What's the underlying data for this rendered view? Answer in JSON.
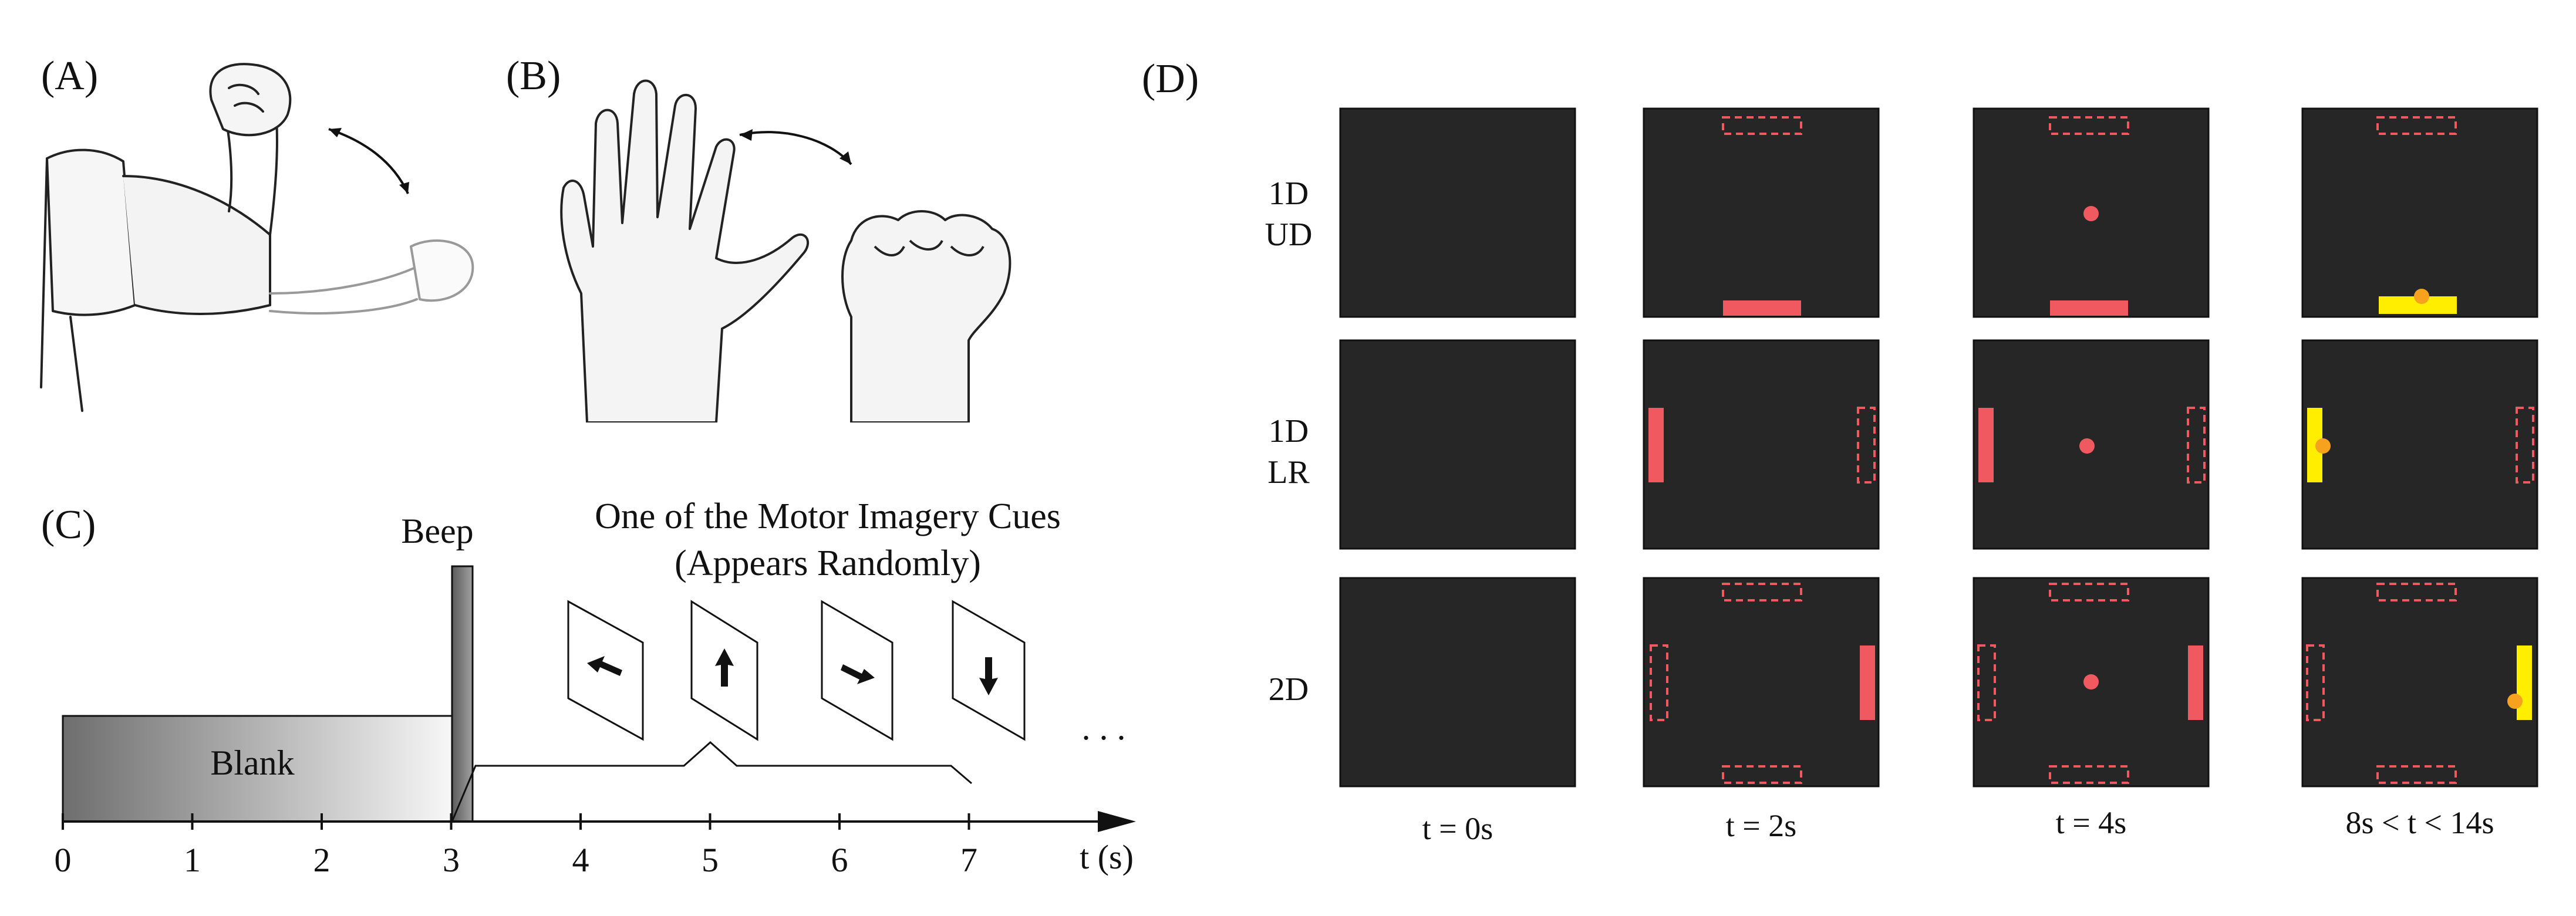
{
  "panels": {
    "a": {
      "label": "(A)"
    },
    "b": {
      "label": "(B)"
    },
    "c": {
      "label": "(C)"
    },
    "d": {
      "label": "(D)"
    }
  },
  "timeline": {
    "beep_label": "Beep",
    "cue_title_line1": "One of the Motor Imagery Cues",
    "cue_title_line2": "(Appears Randomly)",
    "blank_label": "Blank",
    "ellipsis": ". . .",
    "axis_label": "t (s)",
    "ticks": [
      "0",
      "1",
      "2",
      "3",
      "4",
      "5",
      "6",
      "7"
    ],
    "cue_arrows": [
      "arrow-left-icon",
      "arrow-up-icon",
      "arrow-right-icon",
      "arrow-down-icon"
    ]
  },
  "grid": {
    "rows": [
      {
        "line1": "1D",
        "line2": "UD"
      },
      {
        "line1": "1D",
        "line2": "LR"
      },
      {
        "line1": "2D",
        "line2": ""
      }
    ],
    "columns": [
      "t = 0s",
      "t = 2s",
      "t = 4s",
      "8s < t < 14s"
    ]
  },
  "colors": {
    "screen_bg": "#262626",
    "target_red": "#f0595f",
    "success_yellow": "#ffee00",
    "cursor_orange": "#f6a21e"
  }
}
